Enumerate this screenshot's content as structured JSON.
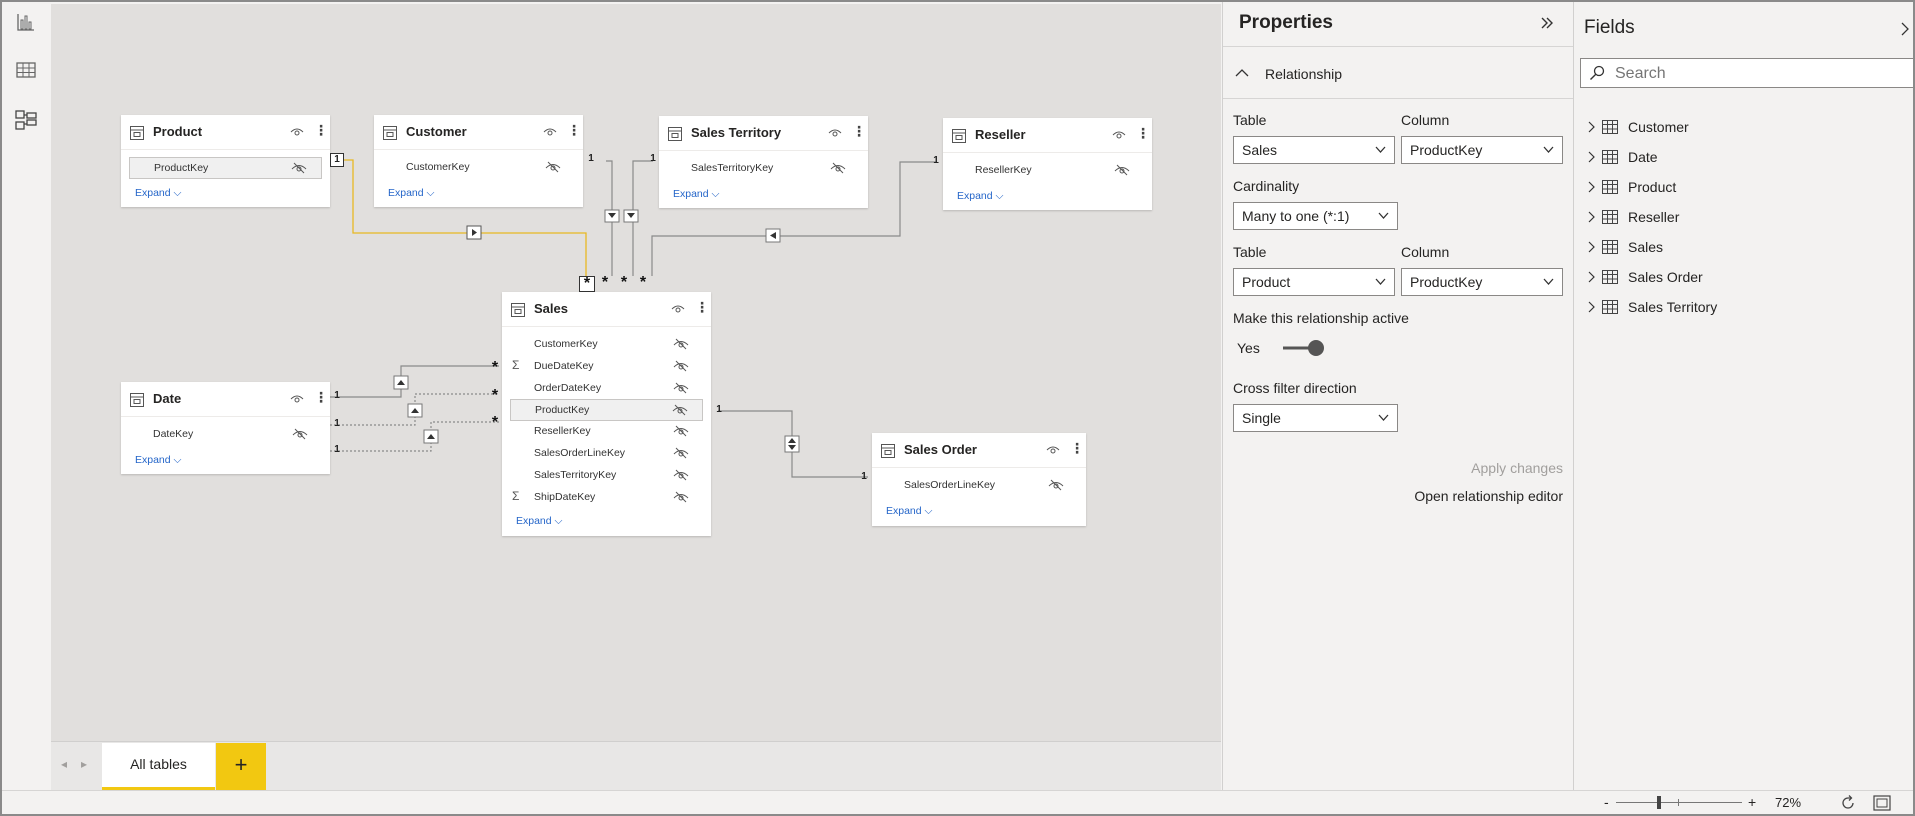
{
  "nav": {
    "icons": [
      "report-view-icon",
      "data-view-icon",
      "model-view-icon"
    ]
  },
  "tables": {
    "product": {
      "title": "Product",
      "fields": [
        "ProductKey"
      ],
      "expand": "Expand"
    },
    "customer": {
      "title": "Customer",
      "fields": [
        "CustomerKey"
      ],
      "expand": "Expand"
    },
    "sales_territory": {
      "title": "Sales Territory",
      "fields": [
        "SalesTerritoryKey"
      ],
      "expand": "Expand"
    },
    "reseller": {
      "title": "Reseller",
      "fields": [
        "ResellerKey"
      ],
      "expand": "Expand"
    },
    "date": {
      "title": "Date",
      "fields": [
        "DateKey"
      ],
      "expand": "Expand"
    },
    "sales": {
      "title": "Sales",
      "fields": [
        "CustomerKey",
        "DueDateKey",
        "OrderDateKey",
        "ProductKey",
        "ResellerKey",
        "SalesOrderLineKey",
        "SalesTerritoryKey",
        "ShipDateKey"
      ],
      "expand": "Expand"
    },
    "sales_order": {
      "title": "Sales Order",
      "fields": [
        "SalesOrderLineKey"
      ],
      "expand": "Expand"
    }
  },
  "cardinality": {
    "one": "1",
    "many": "*"
  },
  "tabs": {
    "active": "All tables",
    "add": "+"
  },
  "properties": {
    "title": "Properties",
    "section": "Relationship",
    "table_label": "Table",
    "column_label": "Column",
    "table1": "Sales",
    "column1": "ProductKey",
    "cardinality_label": "Cardinality",
    "cardinality_value": "Many to one (*:1)",
    "table2": "Product",
    "column2": "ProductKey",
    "active_label": "Make this relationship active",
    "active_value": "Yes",
    "cross_label": "Cross filter direction",
    "cross_value": "Single",
    "apply": "Apply changes",
    "open_editor": "Open relationship editor"
  },
  "fields_pane": {
    "title": "Fields",
    "search_placeholder": "Search",
    "items": [
      "Customer",
      "Date",
      "Product",
      "Reseller",
      "Sales",
      "Sales Order",
      "Sales Territory"
    ]
  },
  "status": {
    "minus": "-",
    "plus": "+",
    "zoom": "72%"
  },
  "colors": {
    "accent": "#f2c811",
    "link": "#2566c9",
    "relationship_selected": "#e8b923",
    "line": "#7a7a7a"
  }
}
